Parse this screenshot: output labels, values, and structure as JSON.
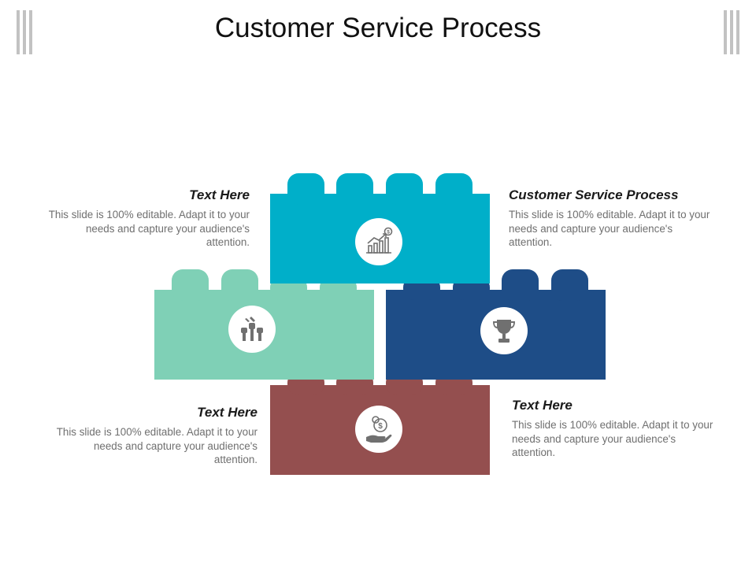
{
  "title": "Customer Service Process",
  "colors": {
    "top_block": "#00afc9",
    "left_block": "#7fd0b6",
    "right_block": "#1e4d87",
    "bottom_block": "#944f4f",
    "icon_fill": "#707070",
    "decor_bars": "#c2c2c2"
  },
  "blocks": [
    {
      "id": "top",
      "icon": "growth-chart-icon"
    },
    {
      "id": "left",
      "icon": "raised-fists-icon"
    },
    {
      "id": "right",
      "icon": "trophy-icon"
    },
    {
      "id": "bottom",
      "icon": "money-hand-icon"
    }
  ],
  "text_blocks": {
    "top_left": {
      "heading": "Text Here",
      "body": "This slide is 100% editable. Adapt it to your needs and capture your audience's attention."
    },
    "top_right": {
      "heading": "Customer Service Process",
      "body": "This slide is 100% editable. Adapt it to your needs and capture your audience's attention."
    },
    "bottom_left": {
      "heading": "Text Here",
      "body": "This slide is 100% editable. Adapt it to your needs and capture your audience's attention."
    },
    "bottom_right": {
      "heading": "Text Here",
      "body": "This slide is 100% editable. Adapt it to your needs and capture your audience's attention."
    }
  }
}
